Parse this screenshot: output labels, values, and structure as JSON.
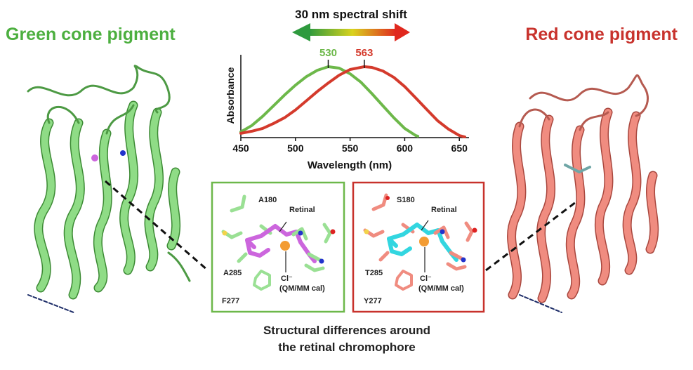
{
  "titles": {
    "left": "Green cone pigment",
    "right": "Red cone pigment",
    "shift": "30 nm spectral shift"
  },
  "colors": {
    "green_title": "#4caf3f",
    "red_title": "#c8322c",
    "green_protein": "#8fdc86",
    "green_protein_edge": "#3c8a34",
    "red_protein": "#f08c80",
    "red_protein_edge": "#a8473e",
    "green_curve": "#6db84a",
    "red_curve": "#d43a2c",
    "magenta": "#cc66dd",
    "cyan": "#33d6e0",
    "orange": "#f39c33",
    "blue": "#2233cc",
    "red_atom": "#dd2222",
    "yellow": "#f2d34a"
  },
  "chart_data": {
    "type": "line",
    "xlabel": "Wavelength (nm)",
    "ylabel": "Absorbance",
    "xlim": [
      450,
      655
    ],
    "ylim": [
      0,
      1.0
    ],
    "xticks": [
      450,
      500,
      550,
      600,
      650
    ],
    "grid": false,
    "peak_markers": [
      {
        "label": "530",
        "x": 530
      },
      {
        "label": "563",
        "x": 563
      }
    ],
    "series": [
      {
        "name": "Green cone pigment",
        "x": [
          450,
          460,
          470,
          480,
          490,
          500,
          510,
          520,
          530,
          540,
          550,
          560,
          570,
          580,
          590,
          600,
          610,
          612
        ],
        "y": [
          0.08,
          0.17,
          0.3,
          0.45,
          0.6,
          0.74,
          0.86,
          0.95,
          1.0,
          0.98,
          0.9,
          0.78,
          0.62,
          0.45,
          0.28,
          0.13,
          0.03,
          0.02
        ]
      },
      {
        "name": "Red cone pigment",
        "x": [
          450,
          460,
          470,
          480,
          490,
          500,
          510,
          520,
          530,
          540,
          550,
          563,
          570,
          580,
          590,
          600,
          610,
          620,
          630,
          640,
          650,
          655
        ],
        "y": [
          0.06,
          0.09,
          0.13,
          0.2,
          0.28,
          0.39,
          0.52,
          0.65,
          0.77,
          0.88,
          0.96,
          1.0,
          0.99,
          0.94,
          0.85,
          0.72,
          0.56,
          0.4,
          0.24,
          0.12,
          0.03,
          0.01
        ]
      }
    ]
  },
  "insets": {
    "green": {
      "top_residue": "A180",
      "retinal": "Retinal",
      "chloride": "Cl⁻",
      "qmmm": "(QM/MM cal)",
      "mid_residue": "A285",
      "bottom_residue": "F277"
    },
    "red": {
      "top_residue": "S180",
      "retinal": "Retinal",
      "chloride": "Cl⁻",
      "qmmm": "(QM/MM cal)",
      "mid_residue": "T285",
      "bottom_residue": "Y277"
    }
  },
  "caption": {
    "line1": "Structural differences around",
    "line2": "the retinal chromophore"
  }
}
